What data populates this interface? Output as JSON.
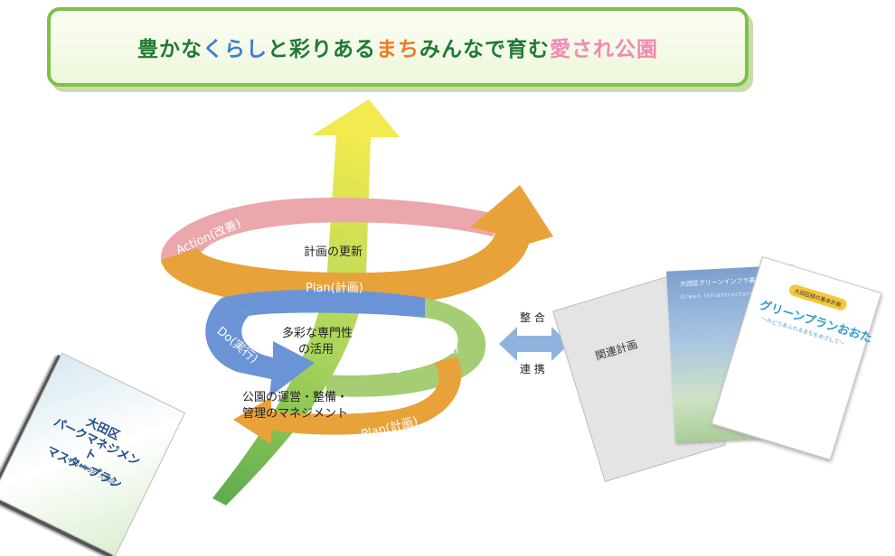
{
  "banner": {
    "parts": [
      {
        "text": "豊かな",
        "color": "#1f7a33"
      },
      {
        "text": "くらし",
        "color": "#3a7fd0"
      },
      {
        "text": "と彩りある",
        "color": "#1f7a33"
      },
      {
        "text": "まち",
        "color": "#ee7b22"
      },
      {
        "text": " みんなで育む",
        "color": "#1f7a33"
      },
      {
        "text": "愛され公園",
        "color": "#f28ab3"
      }
    ]
  },
  "cycle": {
    "action": "Action(改善)",
    "plan_top": "Plan(計画)",
    "update": "計画の更新",
    "expertise_line1": "多彩な専門性",
    "expertise_line2": "の活用",
    "do": "Do(実行)",
    "check": "Check(評価)",
    "mgmt_line1": "公園の運営・整備・",
    "mgmt_line2": "管理のマネジメント",
    "plan_bottom": "Plan(計画)"
  },
  "link": {
    "top": "整 合",
    "bottom": "連 携"
  },
  "docs": {
    "related": "関連計画",
    "blue_title": "大田区グリーンインフラ基本計画",
    "blue_sub": "Green Infrastructure",
    "green_badge": "大田区緑の基本計画",
    "green_title": "グリーンプランおおた",
    "green_sub": "〜みどりあふれるまちをめざして〜"
  },
  "book": {
    "title_line1": "大田区",
    "title_line2": "パークマネジメント",
    "title_line3": "マスタープラン",
    "date": "令和4年3月 大田区"
  },
  "colors": {
    "action_pink": "#eba7ab",
    "plan_orange": "#e8a23a",
    "check_green": "#a4cd74",
    "do_blue": "#6b94d6",
    "arrow_yellow": "#e9e64a",
    "arrow_green": "#5cab4c",
    "link_blue": "#8fb3df"
  }
}
